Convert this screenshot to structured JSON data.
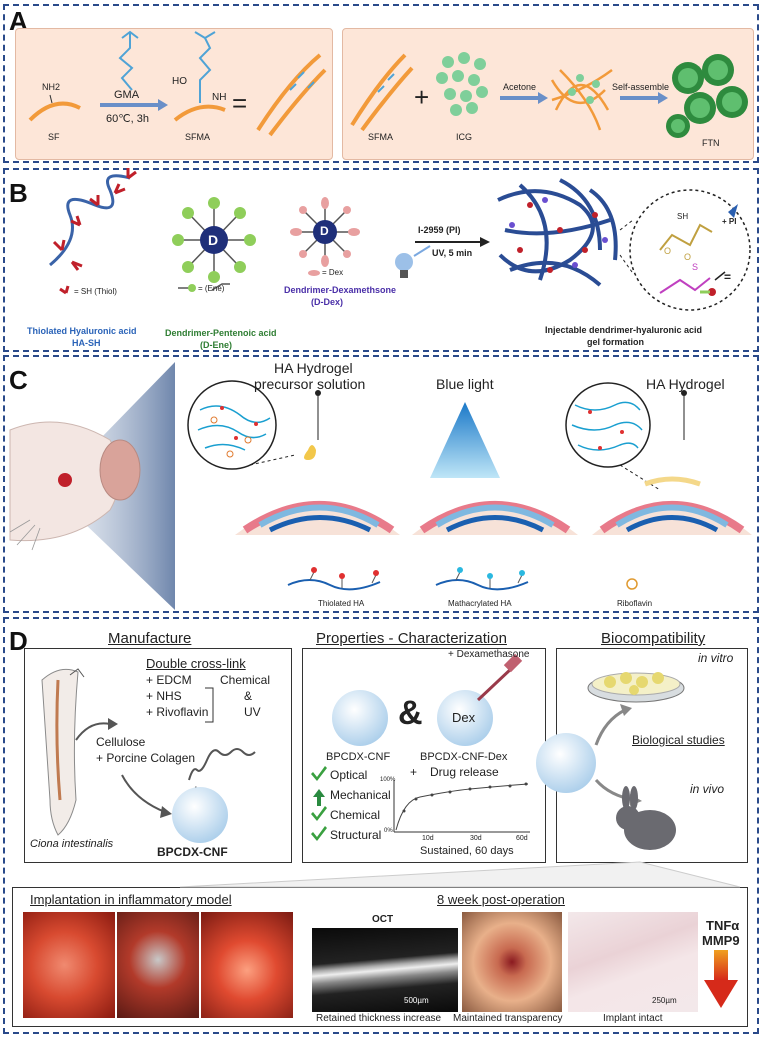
{
  "panels": {
    "a": {
      "label": "A",
      "nh2": "NH2",
      "gma": "GMA",
      "cond": "60℃, 3h",
      "ho": "HO",
      "nh": "NH",
      "eq": "=",
      "sf": "SF",
      "sfma": "SFMA",
      "sfma2": "SFMA",
      "plus": "+",
      "icg": "ICG",
      "acetone": "Acetone",
      "self_assemble": "Self-assemble",
      "ftn": "FTN"
    },
    "b": {
      "label": "B",
      "thiol_legend": "= SH (Thiol)",
      "ene_legend": "= (Ene)",
      "dex_legend": "= Dex",
      "d1": "D",
      "d2": "D",
      "ha_sh_1": "Thiolated Hyaluronic acid",
      "ha_sh_2": "HA-SH",
      "dene_1": "Dendrimer-Pentenoic acid",
      "dene_2": "(D-Ene)",
      "ddex_1": "Dendrimer-Dexamethsone",
      "ddex_2": "(D-Dex)",
      "pi": "I-2959 (PI)",
      "uv": "UV, 5 min",
      "plus_pi": "+ PI",
      "sh": "SH",
      "o1": "O",
      "o2": "O",
      "s": "S",
      "eq": "=",
      "gel_1": "Injectable dendrimer-hyaluronic acid",
      "gel_2": "gel formation"
    },
    "c": {
      "label": "C",
      "precursor_1": "HA Hydrogel",
      "precursor_2": "precursor solution",
      "blue_light": "Blue light",
      "hydrogel": "HA Hydrogel",
      "thiolated": "Thiolated HA",
      "methacrylated": "Mathacrylated HA",
      "riboflavin": "Riboflavin"
    },
    "d": {
      "label": "D",
      "manufacture": "Manufacture",
      "double_crosslink": "Double cross-link",
      "edcm": "+ EDCM",
      "nhs": "+ NHS",
      "rivo": "+ Rivoflavin",
      "chemical": "Chemical",
      "amp": "&",
      "uv": "UV",
      "cellulose": "Cellulose",
      "colagen": "+ Porcine Colagen",
      "ciona": "Ciona intestinalis",
      "bpcdx": "BPCDX-CNF",
      "properties": "Properties - Characterization",
      "dexameth": "+ Dexamethasone",
      "dex": "Dex",
      "ampersand": "&",
      "bpcdx_cnf": "BPCDX-CNF",
      "bpcdx_cnf_dex": "BPCDX-CNF-Dex",
      "optical": "Optical",
      "mechanical": "Mechanical",
      "chem": "Chemical",
      "structural": "Structural",
      "plus": "+",
      "drug_release": "Drug release",
      "y100": "100%",
      "y0": "0%",
      "x10": "10d",
      "x30": "30d",
      "x60": "60d",
      "sustained": "Sustained, 60 days",
      "biocompat": "Biocompatibility",
      "in_vitro": "in vitro",
      "bio_studies": "Biological studies",
      "in_vivo": "in vivo",
      "implantation": "Implantation in inflammatory model",
      "post_op": "8 week post-operation",
      "oct": "OCT",
      "scale1": "500µm",
      "retained": "Retained thickness increase",
      "maintained": "Maintained transparency",
      "scale2": "250µm",
      "intact": "Implant intact",
      "tnf": "TNFα",
      "mmp": "MMP9"
    }
  },
  "colors": {
    "panel_border": "#2a4a8a",
    "panel_a_bg": "#fde6d8",
    "fiber_orange": "#f29a3a",
    "icg_green": "#7fcf9a",
    "ha_blue": "#3a63a8",
    "thiol_red": "#c0202a",
    "pentenoic_green": "#2e7d32",
    "dex_purple": "#4a2fa8",
    "red_arrow": "#d62a1a"
  }
}
